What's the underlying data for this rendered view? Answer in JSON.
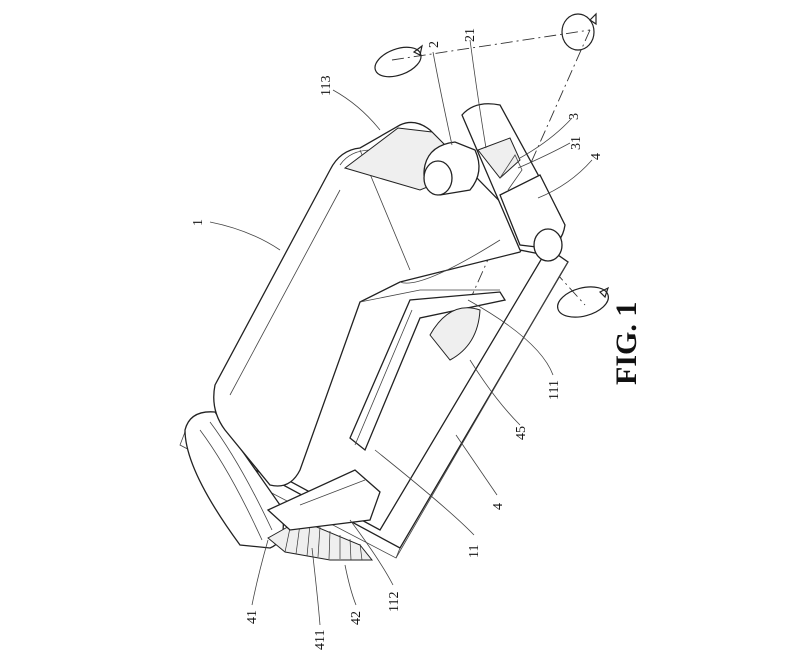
{
  "figure": {
    "title": "FIG. 1",
    "labels": [
      {
        "id": "1",
        "text": "1"
      },
      {
        "id": "113",
        "text": "113"
      },
      {
        "id": "2",
        "text": "2"
      },
      {
        "id": "21",
        "text": "21"
      },
      {
        "id": "3",
        "text": "3"
      },
      {
        "id": "31",
        "text": "31"
      },
      {
        "id": "4a",
        "text": "4"
      },
      {
        "id": "111",
        "text": "111"
      },
      {
        "id": "45",
        "text": "45"
      },
      {
        "id": "4b",
        "text": "4"
      },
      {
        "id": "11",
        "text": "11"
      },
      {
        "id": "112",
        "text": "112"
      },
      {
        "id": "42",
        "text": "42"
      },
      {
        "id": "411",
        "text": "411"
      },
      {
        "id": "41",
        "text": "41"
      }
    ]
  }
}
